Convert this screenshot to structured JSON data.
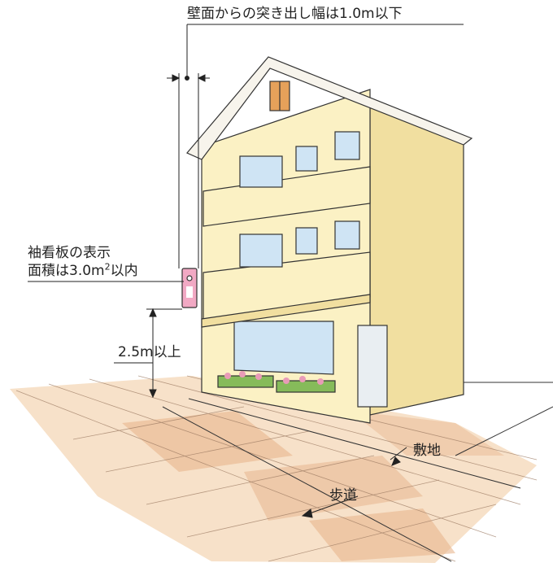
{
  "labels": {
    "projection": "壁面からの突き出し幅は1.0m以下",
    "sign_area_line1": "袖看板の表示",
    "sign_area_line2_pre": "面積は3.0m",
    "sign_area_sup": "2",
    "sign_area_line2_post": "以内",
    "clearance": "2.5m以上",
    "site": "敷地",
    "sidewalk": "歩道"
  },
  "colors": {
    "wall": "#fbf1c4",
    "wall_shadow": "#f1dfa0",
    "roof_trim": "#f7f4ec",
    "window_glass": "#cfe4f4",
    "window_frame": "#555555",
    "sign": "#f2a9c4",
    "vent": "#e6a15a",
    "paving_light": "#f6dcc0",
    "paving_dark": "#e7b68e",
    "planter_green": "#86bb5a",
    "flower_pink": "#e99bb7",
    "line": "#333333"
  }
}
